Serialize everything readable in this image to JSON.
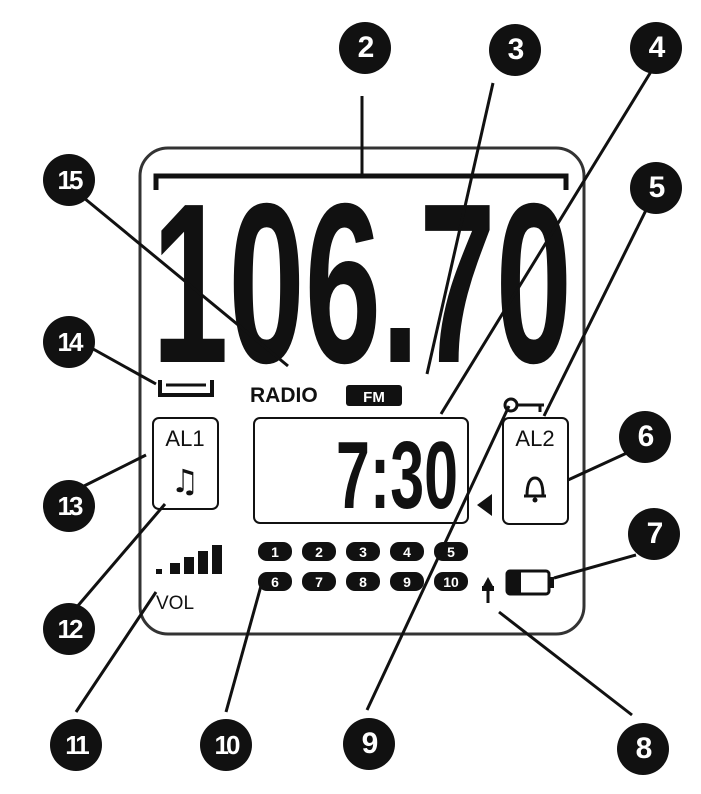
{
  "display": {
    "frequency": "106.70",
    "radio_label": "RADIO",
    "band_label": "FM",
    "clock": "7:30",
    "alarm1_label": "AL1",
    "alarm2_label": "AL2",
    "volume_label": "VOL",
    "volume_bars": 5,
    "presets_row1": [
      "1",
      "2",
      "3",
      "4",
      "5"
    ],
    "presets_row2": [
      "6",
      "7",
      "8",
      "9",
      "10"
    ]
  },
  "callouts": {
    "n2": "2",
    "n3": "3",
    "n4": "4",
    "n5": "5",
    "n6": "6",
    "n7": "7",
    "n8": "8",
    "n9": "9",
    "n10": "10",
    "n11": "11",
    "n12": "12",
    "n13": "13",
    "n14": "14",
    "n15": "15"
  },
  "colors": {
    "ink": "#111111",
    "panel_border": "#333333",
    "background": "#ffffff"
  },
  "icons": [
    "music-note-icon",
    "bell-icon",
    "key-icon",
    "battery-icon",
    "plug-icon",
    "sleep-bracket-icon",
    "volume-bars-icon",
    "arrow-left-icon"
  ]
}
